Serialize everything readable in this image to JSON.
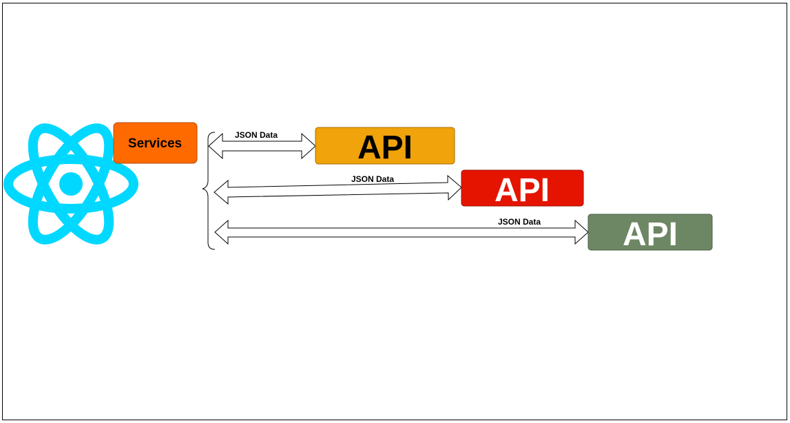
{
  "diagram": {
    "logo": {
      "icon": "react-atom-icon",
      "color": "#00d8ff"
    },
    "services": {
      "label": "Services",
      "fill": "#ff6a00",
      "text_color": "#000000"
    },
    "connections": [
      {
        "arrow_label": "JSON Data",
        "api_label": "API",
        "fill": "#f0a30a",
        "text_color": "#000000"
      },
      {
        "arrow_label": "JSON Data",
        "api_label": "API",
        "fill": "#e51400",
        "text_color": "#ffffff"
      },
      {
        "arrow_label": "JSON Data",
        "api_label": "API",
        "fill": "#6d8764",
        "text_color": "#ffffff"
      }
    ]
  }
}
